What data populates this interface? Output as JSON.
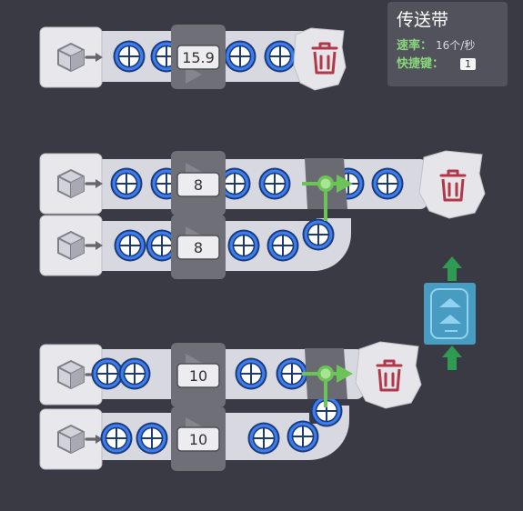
{
  "tooltip": {
    "title": "传送带",
    "rate_label": "速率：",
    "rate_value": "16个/秒",
    "hotkey_label": "快捷键：",
    "hotkey_value": "1"
  },
  "balancers": [
    {
      "value": "15.9"
    },
    {
      "value": "8"
    },
    {
      "value": "8"
    },
    {
      "value": "10"
    },
    {
      "value": "10"
    }
  ],
  "icons": [
    "extractor-icon",
    "belt-item-icon",
    "balancer-icon",
    "splitter-icon",
    "trash-icon",
    "build-arrow-icon"
  ],
  "colors": {
    "background": "#3a3a45",
    "belt": "#d8d8e0",
    "item": "#3d7df0",
    "splitter": "#6cc357",
    "trash": "#b23848",
    "highlight": "#53b9e6"
  }
}
